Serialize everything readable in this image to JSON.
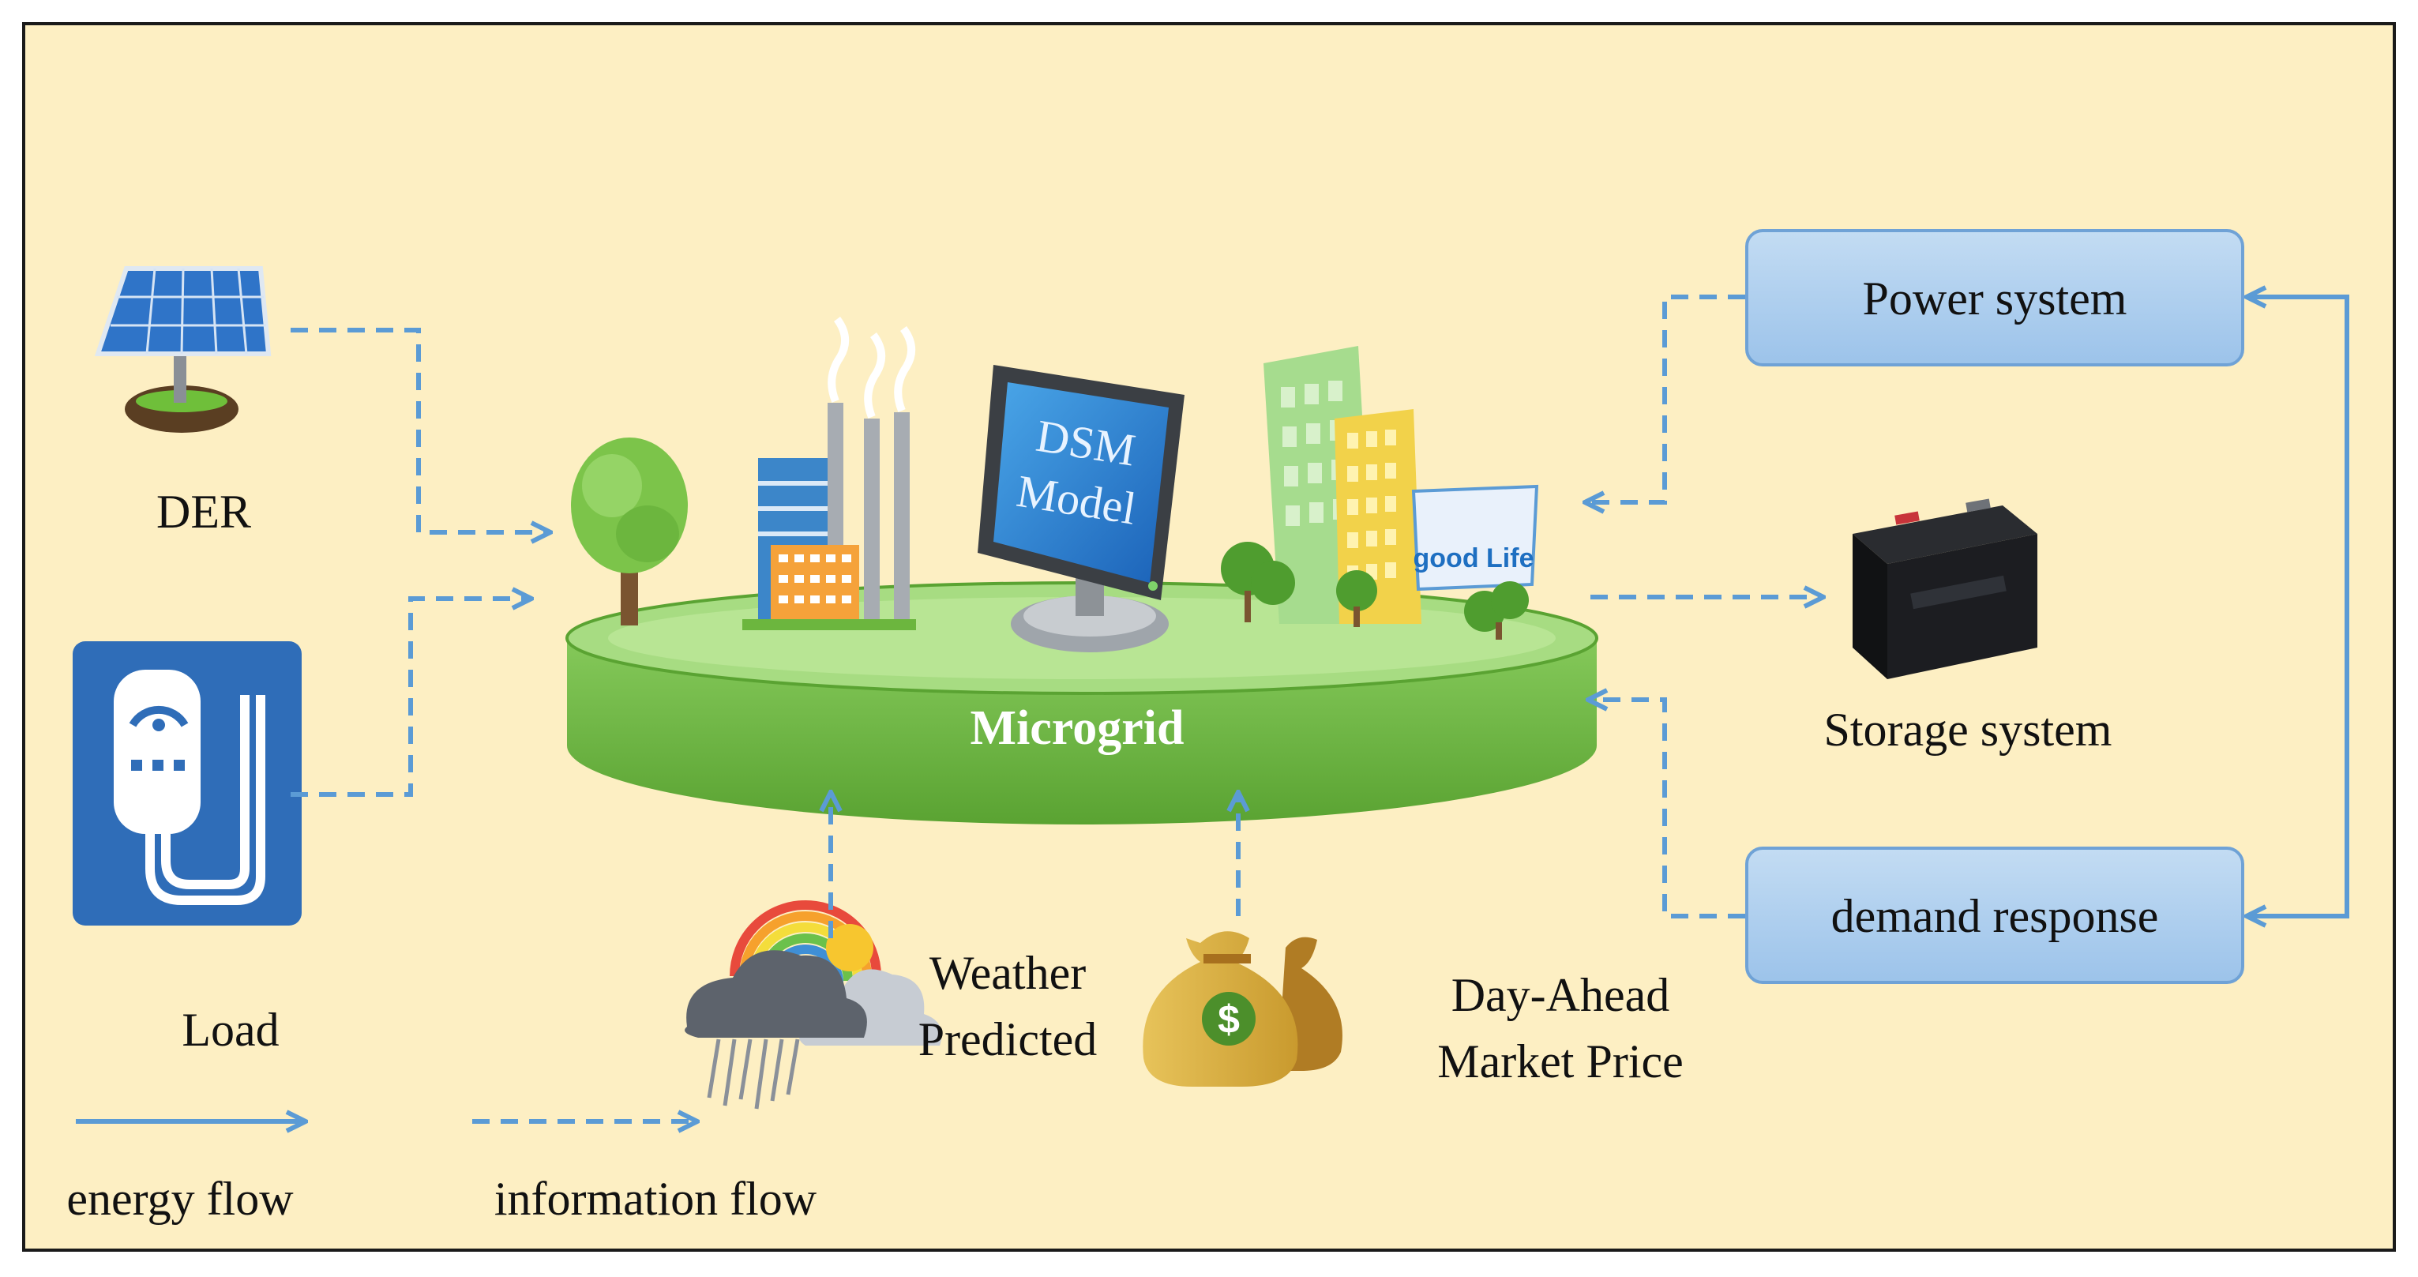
{
  "colors": {
    "frame_background": "#fdefc3",
    "frame_border": "#1a1a1a",
    "arrow": "#5b9bd5",
    "box_fill": "#a9cdee",
    "box_border": "#6fa2d6",
    "platform_top": "#9ed57a",
    "platform_side": "#67b33d"
  },
  "center": {
    "label": "Microgrid",
    "monitor_text_line1": "DSM",
    "monitor_text_line2": "Model",
    "billboard_text": "good Life"
  },
  "sources": {
    "der_label": "DER",
    "load_label": "Load"
  },
  "right_boxes": {
    "power_system": "Power system",
    "demand_response": "demand response"
  },
  "storage": {
    "label": "Storage system"
  },
  "inputs": {
    "weather_line1": "Weather",
    "weather_line2": "Predicted",
    "market_line1": "Day-Ahead",
    "market_line2": "Market Price",
    "money_symbol": "$"
  },
  "legend": {
    "energy": "energy flow",
    "information": "information flow"
  },
  "icons": {
    "solar": "solar-panel-icon",
    "load": "smart-meter-icon",
    "tree": "tree-icon",
    "factory": "factory-icon",
    "monitor": "computer-monitor-icon",
    "buildings": "city-buildings-icon",
    "battery": "battery-icon",
    "weather": "rain-cloud-rainbow-icon",
    "money": "money-bags-icon"
  }
}
